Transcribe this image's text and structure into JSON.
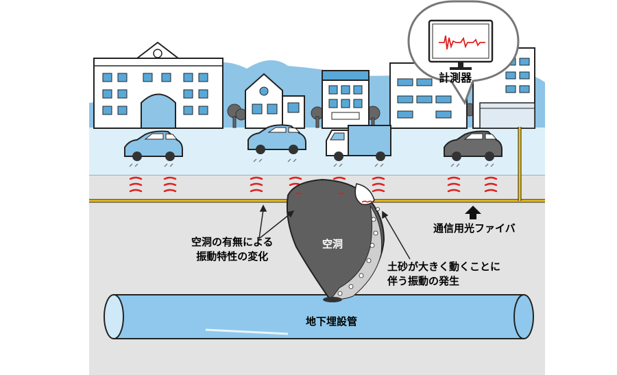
{
  "labels": {
    "meter": "計測器",
    "fiber": "通信用光ファイバ",
    "cavity": "空洞",
    "cavity_effect_line1": "空洞の有無による",
    "cavity_effect_line2": "振動特性の変化",
    "soil_line1": "土砂が大きく動くことに",
    "soil_line2": "伴う振動の発生",
    "pipe": "地下埋設管"
  },
  "colors": {
    "sky_hills": "#8ec4e6",
    "road": "#ddf0fa",
    "ground": "#e3e3e3",
    "fiber": "#f2c31a",
    "vibration": "#e0201f",
    "pipe": "#8fc8ec",
    "cavity": "#5f5f5f",
    "car_blue": "#8cc4e8",
    "car_gray": "#6b6b6b"
  },
  "icons": [
    "school-building-icon",
    "house-icon",
    "apartment-icon",
    "office-building-icon",
    "tree-icon",
    "car-icon",
    "truck-icon",
    "monitor-icon",
    "arrow-up-icon"
  ]
}
